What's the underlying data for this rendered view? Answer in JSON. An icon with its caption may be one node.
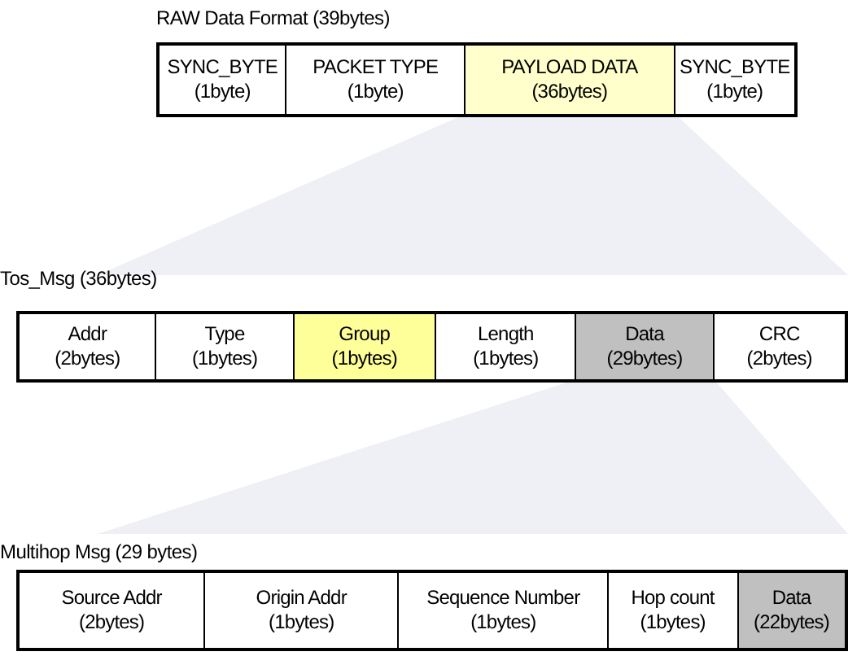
{
  "diagram": {
    "nodes": [
      {
        "text": [
          "RAW Data Format (39bytes)"
        ]
      },
      {
        "text": [
          "SYNC_BYTE",
          "(1byte)"
        ],
        "in": 0
      },
      {
        "text": [
          "PACKET TYPE",
          "(1byte)"
        ],
        "in": 0
      },
      {
        "text": [
          "PAYLOAD DATA",
          "(36bytes)"
        ],
        "in": 0
      },
      {
        "text": [
          "SYNC_BYTE",
          "(1byte)"
        ],
        "in": 0
      },
      {
        "text": [
          "Tos_Msg (36bytes)"
        ]
      },
      {
        "text": [
          "Addr",
          "(2bytes)"
        ],
        "in": 5
      },
      {
        "text": [
          "Type",
          "(1bytes)"
        ],
        "in": 5
      },
      {
        "text": [
          "Group",
          "(1bytes)"
        ],
        "in": 5
      },
      {
        "text": [
          "Length",
          "(1bytes)"
        ],
        "in": 5
      },
      {
        "text": [
          "Data",
          "(29bytes)"
        ],
        "in": 5
      },
      {
        "text": [
          "CRC",
          "(2bytes)"
        ],
        "in": 5
      },
      {
        "text": [
          "Multihop Msg (29 bytes)"
        ]
      },
      {
        "text": [
          "Source Addr",
          "(2bytes)"
        ],
        "in": 12
      },
      {
        "text": [
          "Origin Addr",
          "(1bytes)"
        ],
        "in": 12
      },
      {
        "text": [
          "Sequence Number",
          "(1bytes)"
        ],
        "in": 12
      },
      {
        "text": [
          "Hop count",
          "(1bytes)"
        ],
        "in": 12
      },
      {
        "text": [
          "Data",
          "(22bytes)"
        ],
        "in": 12
      }
    ],
    "edges": [
      {
        "from": 3,
        "to": 5,
        "arrow": "none"
      },
      {
        "from": 10,
        "to": 12,
        "arrow": "none"
      }
    ]
  }
}
